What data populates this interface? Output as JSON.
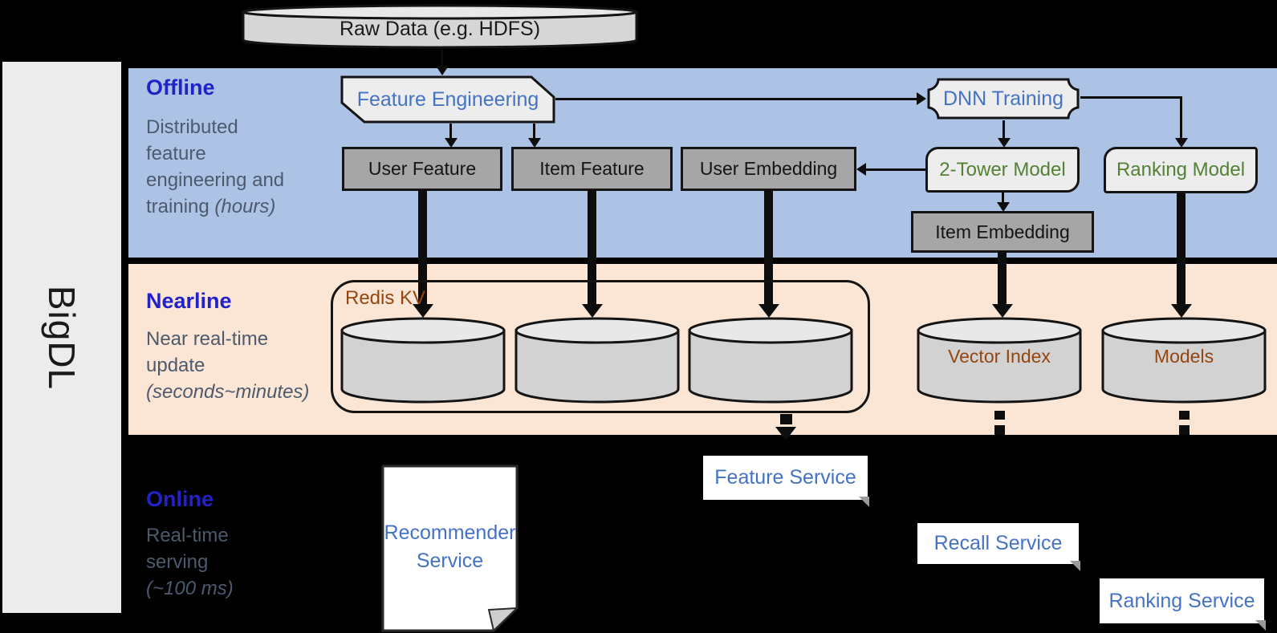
{
  "sidebar": {
    "brand": "BigDL"
  },
  "raw_data": {
    "label": "Raw Data (e.g. HDFS)"
  },
  "offline": {
    "title": "Offline",
    "desc": "Distributed feature engineering and training",
    "note": "(hours)",
    "feature_engineering": "Feature Engineering",
    "dnn_training": "DNN Training",
    "user_feature": "User Feature",
    "item_feature": "Item Feature",
    "user_embedding": "User Embedding",
    "two_tower_model": "2-Tower Model",
    "ranking_model": "Ranking Model",
    "item_embedding": "Item Embedding"
  },
  "nearline": {
    "title": "Nearline",
    "desc": "Near real-time update",
    "note": "(seconds~minutes)",
    "redis_kv": "Redis KV",
    "vector_index": "Vector Index",
    "models": "Models"
  },
  "online": {
    "title": "Online",
    "desc": "Real-time serving",
    "note": "(~100 ms)",
    "recommender_service": "Recommender Service",
    "feature_service": "Feature Service",
    "recall_service": "Recall Service",
    "ranking_service": "Ranking Service"
  },
  "colors": {
    "background": "#000000",
    "sidebar": "#ececec",
    "offline_band": "#adc3e6",
    "nearline_band": "#fbe5d5",
    "node_dark": "#a6a6a6",
    "node_light": "#ededed",
    "cylinder_body": "#d2d2d2",
    "accent_blue": "#4472c4",
    "accent_green": "#538135",
    "accent_brown": "#944510",
    "heading_blue": "#2222c8",
    "body_text": "#4d5a6e"
  }
}
